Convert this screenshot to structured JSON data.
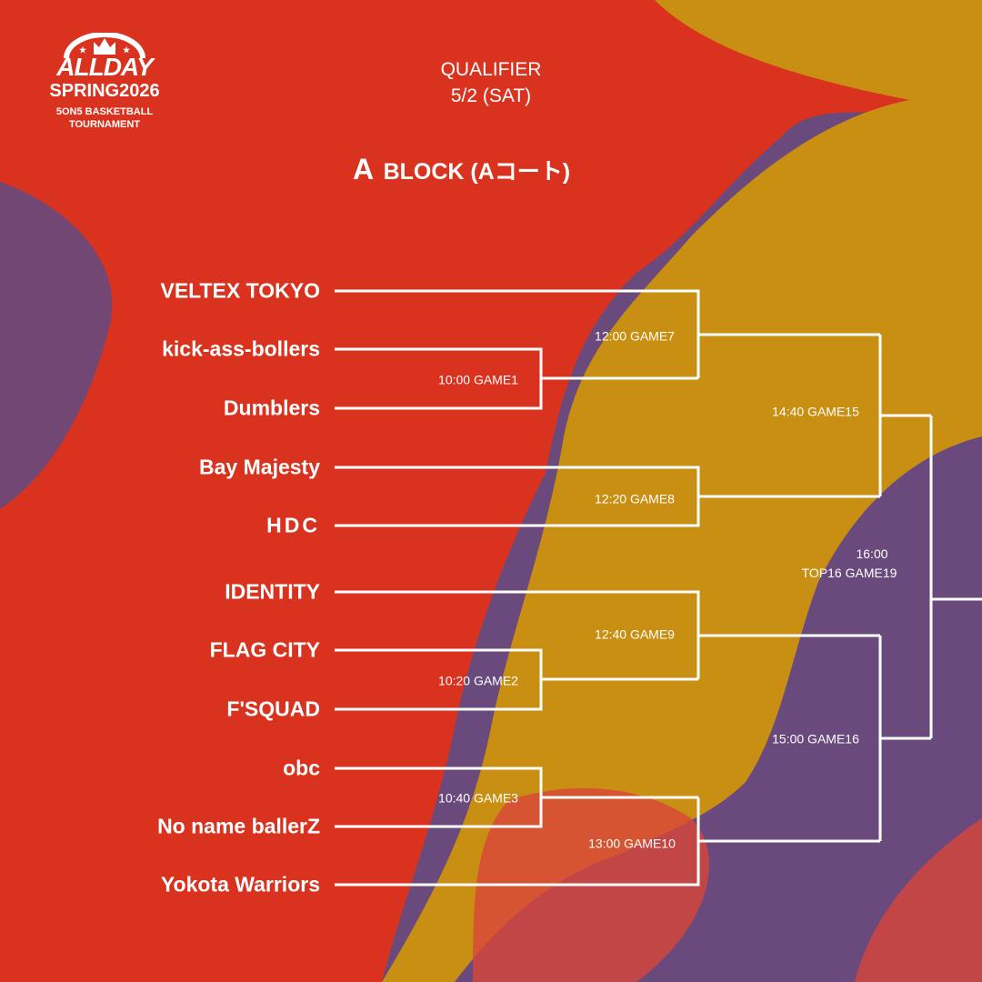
{
  "logo": {
    "brand": "ALLDAY",
    "edition": "SPRING2026",
    "line1": "5ON5 BASKETBALL",
    "line2": "TOURNAMENT"
  },
  "header": {
    "stage": "QUALIFIER",
    "date": "5/2 (SAT)",
    "block_letter": "A",
    "block_label": "BLOCK (Aコート)"
  },
  "colors": {
    "red": "#d9321f",
    "gold": "#c88f12",
    "purple": "#6a4a7c",
    "line": "#ffffff"
  },
  "teams": [
    "VELTEX TOKYO",
    "kick-ass-bollers",
    "Dumblers",
    "Bay Majesty",
    "HDC",
    "IDENTITY",
    "FLAG CITY",
    "F'SQUAD",
    "obc",
    "No name ballerZ",
    "Yokota Warriors"
  ],
  "games": {
    "g1": "10:00 GAME1",
    "g2": "10:20 GAME2",
    "g3": "10:40 GAME3",
    "g7": "12:00 GAME7",
    "g8": "12:20 GAME8",
    "g9": "12:40 GAME9",
    "g10": "13:00 GAME10",
    "g15": "14:40 GAME15",
    "g16": "15:00 GAME16",
    "g19_time": "16:00",
    "g19": "TOP16 GAME19"
  }
}
